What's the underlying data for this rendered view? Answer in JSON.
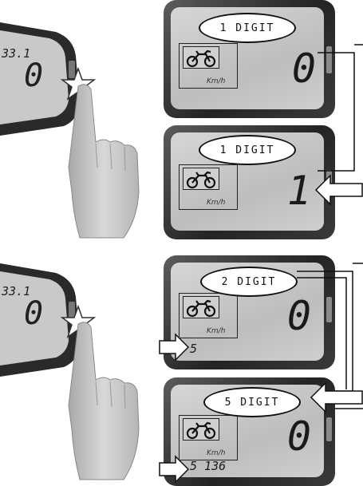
{
  "panel1": {
    "label": "1 DIGIT",
    "unit": "Km/h",
    "digit": "0"
  },
  "panel2": {
    "label": "1 DIGIT",
    "unit": "Km/h",
    "digit": "1"
  },
  "panel3": {
    "label": "2 DIGIT",
    "unit": "Km/h",
    "digit": "0",
    "odometer": "5"
  },
  "panel4": {
    "label": "5 DIGIT",
    "unit": "Km/h",
    "digit": "0",
    "odometer": "5 136"
  },
  "hand_display": {
    "top": "33.1",
    "digit": "0"
  },
  "icons": {
    "motorcycle": "motorcycle-icon",
    "pointer": "arrow-pointer-icon",
    "press": "press-star-icon"
  }
}
